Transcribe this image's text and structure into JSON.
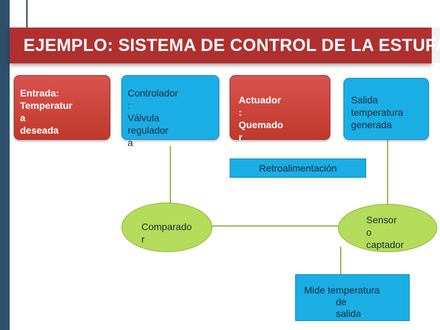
{
  "title": "EJEMPLO:  SISTEMA DE CONTROL DE LA ESTUFA",
  "nodes": {
    "entrada": {
      "lines": [
        "Entrada:",
        "Temperatur",
        "a",
        "deseada"
      ]
    },
    "controlador": {
      "lines": [
        ":",
        "Válvula",
        "regulador",
        "a"
      ],
      "first": "Controlador"
    },
    "actuador": {
      "lines": [
        "Actuador",
        ":",
        "Quemado",
        "r"
      ]
    },
    "salida": {
      "lines": [
        "Salida",
        "temperatura",
        "generada"
      ]
    },
    "retro": {
      "label": "Retroalimentación"
    },
    "comparador": {
      "lines": [
        "Comparado",
        "r"
      ]
    },
    "sensor": {
      "lines": [
        "Sensor",
        "o",
        "captador"
      ]
    },
    "mide": {
      "line1": "Mide temperatura",
      "line2": "de",
      "line3": "salida",
      "dot": "."
    }
  },
  "colors": {
    "title_bar": "#b03030",
    "box_red": "#d9534f",
    "box_blue": "#1aaee5",
    "oval_green": "#b4dc5a",
    "connector": "#9bbb59"
  }
}
